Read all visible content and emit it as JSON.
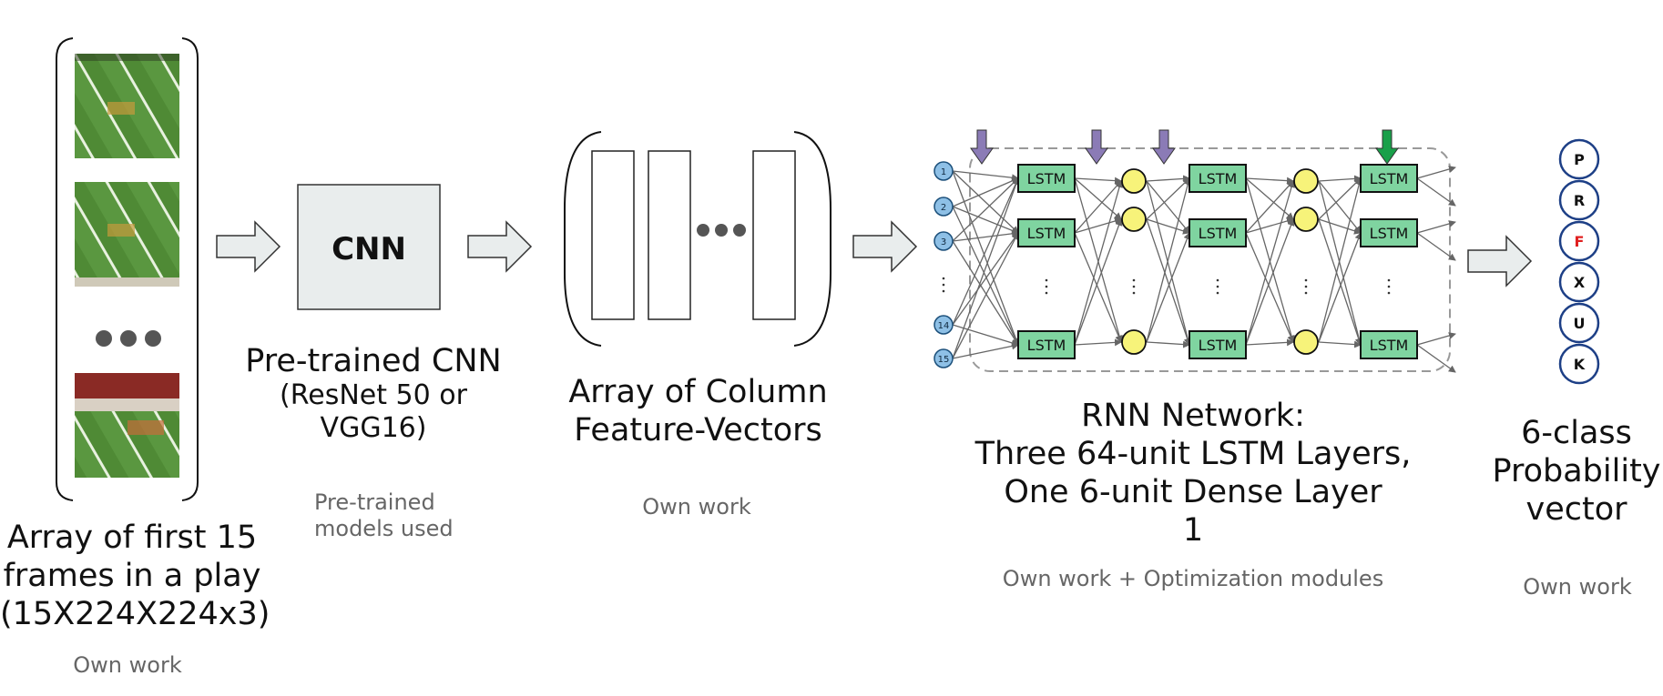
{
  "frames": {
    "title_lines": [
      "Array of first 15",
      "frames in a play",
      "(15X224X224x3)"
    ],
    "note": "Own work"
  },
  "cnn": {
    "box_label": "CNN",
    "title": "Pre-trained CNN",
    "subtitle_lines": [
      "(ResNet 50 or",
      "VGG16)"
    ],
    "note_lines": [
      "Pre-trained",
      "models used"
    ]
  },
  "features": {
    "title_lines": [
      "Array of Column",
      "Feature-Vectors"
    ],
    "note": "Own work"
  },
  "rnn": {
    "title_lines": [
      "RNN Network:",
      "Three 64-unit LSTM Layers,",
      "One 6-unit Dense Layer",
      "1"
    ],
    "note": "Own work + Optimization modules",
    "input_nodes": [
      "1",
      "2",
      "3",
      "14",
      "15"
    ],
    "lstm_label": "LSTM",
    "colors": {
      "lstm": "#7fd4a0",
      "input": "#8ec0e6",
      "dropout": "#f7f37a",
      "arrow_down": "#8b7bb6",
      "arrow_green": "#19a04a"
    }
  },
  "output": {
    "classes": [
      "P",
      "R",
      "F",
      "X",
      "U",
      "K"
    ],
    "highlight_class": "F",
    "highlight_color": "#e02020",
    "title_lines": [
      "6-class",
      "Probability",
      "vector"
    ],
    "note": "Own work"
  },
  "colors": {
    "flow_arrow_fill": "#e9eded",
    "box_fill": "#e9eded",
    "field_green": "#4f8a35"
  }
}
